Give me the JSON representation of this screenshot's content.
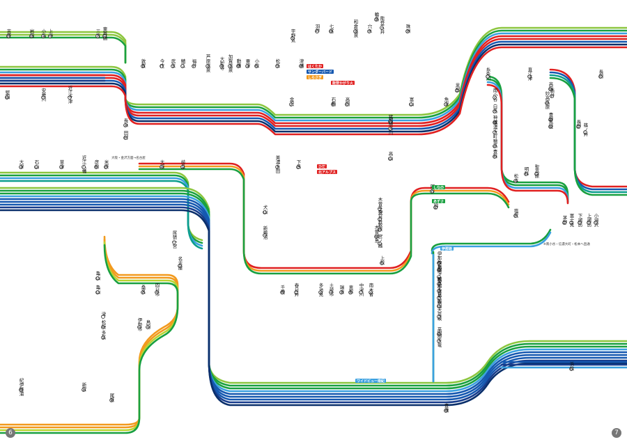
{
  "page_numbers": {
    "left": "6",
    "right": "7"
  },
  "colors": {
    "red": "#e02020",
    "blue": "#1558b0",
    "lightblue": "#3aa0e0",
    "green": "#19a040",
    "lightgreen": "#8cc63f",
    "yellowgreen": "#b8d430",
    "orange": "#f29a1e",
    "darkblue": "#173c8c",
    "navy": "#0a2f6b",
    "teal": "#0c9e8e"
  },
  "stations": [
    {
      "name": "吉原",
      "id": "s1"
    },
    {
      "name": "岩田",
      "id": "s2"
    },
    {
      "name": "上中",
      "id": "s3"
    },
    {
      "name": "小浜",
      "id": "s4"
    },
    {
      "name": "東舞鶴",
      "id": "s5"
    },
    {
      "name": "三方",
      "id": "s6"
    },
    {
      "name": "敦賀",
      "id": "s7"
    },
    {
      "name": "今庄",
      "id": "s8"
    },
    {
      "name": "武生",
      "id": "s9"
    },
    {
      "name": "鯖江",
      "id": "s10"
    },
    {
      "name": "福井",
      "id": "s11"
    },
    {
      "name": "芦原温泉",
      "id": "s12"
    },
    {
      "name": "大聖寺",
      "id": "s13"
    },
    {
      "name": "加賀温泉",
      "id": "s14"
    },
    {
      "name": "動橋",
      "id": "s15"
    },
    {
      "name": "粟津",
      "id": "s16"
    },
    {
      "name": "小松",
      "id": "s17"
    },
    {
      "name": "松任",
      "id": "s18"
    },
    {
      "name": "金沢",
      "id": "s19"
    },
    {
      "name": "高岡",
      "id": "s20"
    },
    {
      "name": "富山",
      "id": "s21"
    },
    {
      "name": "津幡",
      "id": "s22"
    },
    {
      "name": "羽咋",
      "id": "s23"
    },
    {
      "name": "七尾",
      "id": "s24"
    },
    {
      "name": "和倉温泉",
      "id": "s25"
    },
    {
      "name": "穴水",
      "id": "s26"
    },
    {
      "name": "輪島",
      "id": "s27"
    },
    {
      "name": "能登三井",
      "id": "s28"
    },
    {
      "name": "珠洲",
      "id": "s29"
    },
    {
      "name": "宇野気",
      "id": "s30"
    },
    {
      "name": "石動",
      "id": "s31"
    },
    {
      "name": "魚津",
      "id": "s32"
    },
    {
      "name": "黒部",
      "id": "s33"
    },
    {
      "name": "糸魚川",
      "id": "s34"
    },
    {
      "name": "直江津",
      "id": "s35"
    },
    {
      "name": "長岡",
      "id": "s36"
    },
    {
      "name": "新井",
      "id": "s37"
    },
    {
      "name": "妙高高原",
      "id": "s38"
    },
    {
      "name": "高田",
      "id": "s39"
    },
    {
      "name": "黒姫",
      "id": "s40"
    },
    {
      "name": "豊野",
      "id": "s41"
    },
    {
      "name": "長野",
      "id": "s42"
    },
    {
      "name": "篠ノ井",
      "id": "s43"
    },
    {
      "name": "南小谷",
      "id": "s44"
    },
    {
      "name": "白馬",
      "id": "s45"
    },
    {
      "name": "神城",
      "id": "s46"
    },
    {
      "name": "信濃大町",
      "id": "s47"
    },
    {
      "name": "穂高",
      "id": "s48"
    },
    {
      "name": "豊科",
      "id": "s49"
    },
    {
      "name": "松本",
      "id": "s50"
    },
    {
      "name": "明科",
      "id": "s51"
    },
    {
      "name": "聖高原",
      "id": "s52"
    },
    {
      "name": "塩尻",
      "id": "s53"
    },
    {
      "name": "米原",
      "id": "s54"
    },
    {
      "name": "長浜",
      "id": "s55"
    },
    {
      "name": "田村",
      "id": "s56"
    },
    {
      "name": "彦根",
      "id": "s57"
    },
    {
      "name": "近江八幡",
      "id": "s58"
    },
    {
      "name": "草津",
      "id": "s59"
    },
    {
      "name": "石山",
      "id": "s60"
    },
    {
      "name": "大津",
      "id": "s61"
    },
    {
      "name": "堅田",
      "id": "s62"
    },
    {
      "name": "安曇川",
      "id": "s63"
    },
    {
      "name": "近江今津",
      "id": "s64"
    },
    {
      "name": "大垣",
      "id": "s65"
    },
    {
      "name": "岐阜",
      "id": "s66"
    },
    {
      "name": "美濃太田",
      "id": "s67"
    },
    {
      "name": "下呂",
      "id": "s68"
    },
    {
      "name": "高山",
      "id": "s69"
    },
    {
      "name": "飛騨古川",
      "id": "s70"
    },
    {
      "name": "猪谷",
      "id": "s71"
    },
    {
      "name": "尾張一宮",
      "id": "s72"
    },
    {
      "name": "名古屋",
      "id": "s73"
    },
    {
      "name": "桑名",
      "id": "s74"
    },
    {
      "name": "四日市",
      "id": "s75"
    },
    {
      "name": "亀山",
      "id": "s76"
    },
    {
      "name": "津",
      "id": "s77"
    },
    {
      "name": "松阪",
      "id": "s78"
    },
    {
      "name": "多気",
      "id": "s79"
    },
    {
      "name": "伊勢市",
      "id": "s80"
    },
    {
      "name": "鳥羽",
      "id": "s81"
    },
    {
      "name": "新宮",
      "id": "s82"
    },
    {
      "name": "紀伊勝浦",
      "id": "s83"
    },
    {
      "name": "尾鷲",
      "id": "s84"
    },
    {
      "name": "犬山",
      "id": "s85"
    },
    {
      "name": "新鵜沼",
      "id": "s86"
    },
    {
      "name": "千種",
      "id": "s87"
    },
    {
      "name": "春日井",
      "id": "s88"
    },
    {
      "name": "多治見",
      "id": "s89"
    },
    {
      "name": "土岐市",
      "id": "s90"
    },
    {
      "name": "瑞浪",
      "id": "s91"
    },
    {
      "name": "恵那",
      "id": "s92"
    },
    {
      "name": "中津川",
      "id": "s93"
    },
    {
      "name": "南木曽",
      "id": "s94"
    },
    {
      "name": "木曽福島",
      "id": "s95"
    },
    {
      "name": "上松",
      "id": "s96"
    },
    {
      "name": "奈良井",
      "id": "s97"
    },
    {
      "name": "木曽平沢",
      "id": "s98"
    },
    {
      "name": "藪原",
      "id": "s99"
    },
    {
      "name": "宮ノ越",
      "id": "s100"
    },
    {
      "name": "岡谷",
      "id": "s101"
    },
    {
      "name": "辰野",
      "id": "s102"
    },
    {
      "name": "伊那松島",
      "id": "s103"
    },
    {
      "name": "伊那市",
      "id": "s104"
    },
    {
      "name": "駒ヶ根",
      "id": "s105"
    },
    {
      "name": "飯島",
      "id": "s106"
    },
    {
      "name": "伊那大島",
      "id": "s107"
    },
    {
      "name": "元善光寺",
      "id": "s108"
    },
    {
      "name": "飯田",
      "id": "s109"
    },
    {
      "name": "天竜峡",
      "id": "s110"
    },
    {
      "name": "平岡",
      "id": "s111"
    },
    {
      "name": "中部天竜",
      "id": "s112"
    },
    {
      "name": "豊橋",
      "id": "s113"
    },
    {
      "name": "浜松",
      "id": "s114"
    },
    {
      "name": "富士見",
      "id": "s115"
    },
    {
      "name": "小淵沢",
      "id": "s116"
    },
    {
      "name": "上諏訪",
      "id": "s117"
    },
    {
      "name": "下諏訪",
      "id": "s118"
    },
    {
      "name": "茅野",
      "id": "s119"
    },
    {
      "name": "亀山",
      "id": "s120"
    }
  ],
  "train_names": [
    {
      "text": "はくたか",
      "color": "red"
    },
    {
      "text": "サンダーバード",
      "color": "blue"
    },
    {
      "text": "しらさぎ",
      "color": "orange"
    },
    {
      "text": "ひだ",
      "color": "red"
    },
    {
      "text": "しなの",
      "color": "green"
    },
    {
      "text": "ワイドビュー南紀",
      "color": "lightblue"
    },
    {
      "text": "能登かがり火",
      "color": "red"
    },
    {
      "text": "あずさ",
      "color": "green"
    },
    {
      "text": "北アルプス",
      "color": "red"
    },
    {
      "text": "伊那路",
      "color": "lightblue"
    }
  ],
  "notes": [
    {
      "text": "大阪・金沢方面→名古屋"
    },
    {
      "text": "※南小谷・信濃大町・松本へ直通"
    }
  ]
}
